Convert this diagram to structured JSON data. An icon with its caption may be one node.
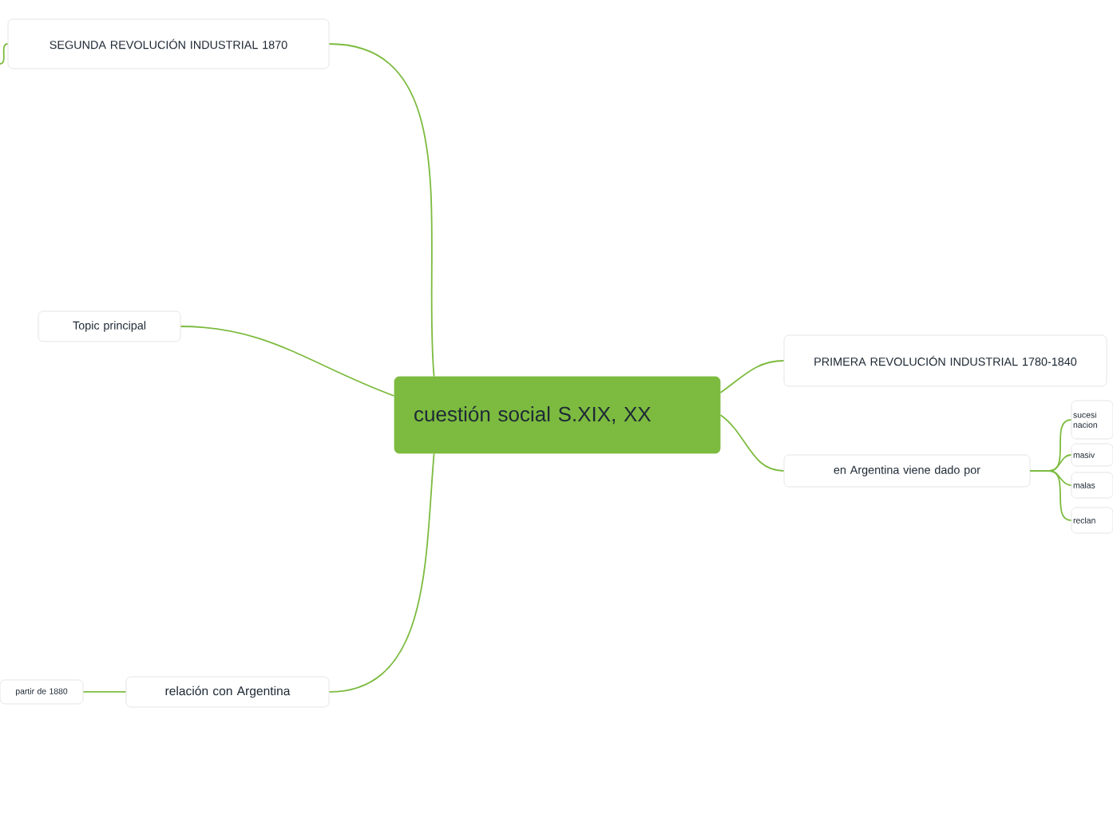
{
  "diagram": {
    "nodes": [
      {
        "text": [
          "cuestión social S.XIX, XX"
        ]
      },
      {
        "text": [
          "SEGUNDA REVOLUCIÓN INDUSTRIAL 1870"
        ]
      },
      {
        "text": [
          "Topic principal"
        ]
      },
      {
        "text": [
          "PRIMERA REVOLUCIÓN INDUSTRIAL 1780-1840"
        ]
      },
      {
        "text": [
          "en Argentina viene dado por"
        ]
      },
      {
        "text": [
          "relación con Argentina"
        ]
      },
      {
        "text": [
          "partir de 1880"
        ]
      },
      {
        "text": [
          "sucesi nacion"
        ]
      },
      {
        "text": [
          "masiv"
        ]
      },
      {
        "text": [
          "malas"
        ]
      },
      {
        "text": [
          "reclan"
        ]
      }
    ],
    "edges": [
      {
        "from": 0,
        "to": 1,
        "arrow": "none"
      },
      {
        "from": 0,
        "to": 2,
        "arrow": "none"
      },
      {
        "from": 0,
        "to": 3,
        "arrow": "none"
      },
      {
        "from": 0,
        "to": 4,
        "arrow": "none"
      },
      {
        "from": 0,
        "to": 5,
        "arrow": "none"
      },
      {
        "from": 5,
        "to": 6,
        "arrow": "none"
      },
      {
        "from": 4,
        "to": 7,
        "arrow": "none"
      },
      {
        "from": 4,
        "to": 8,
        "arrow": "none"
      },
      {
        "from": 4,
        "to": 9,
        "arrow": "none"
      },
      {
        "from": 4,
        "to": 10,
        "arrow": "none"
      },
      {
        "from": null,
        "to": 1,
        "arrow": "none"
      }
    ]
  }
}
